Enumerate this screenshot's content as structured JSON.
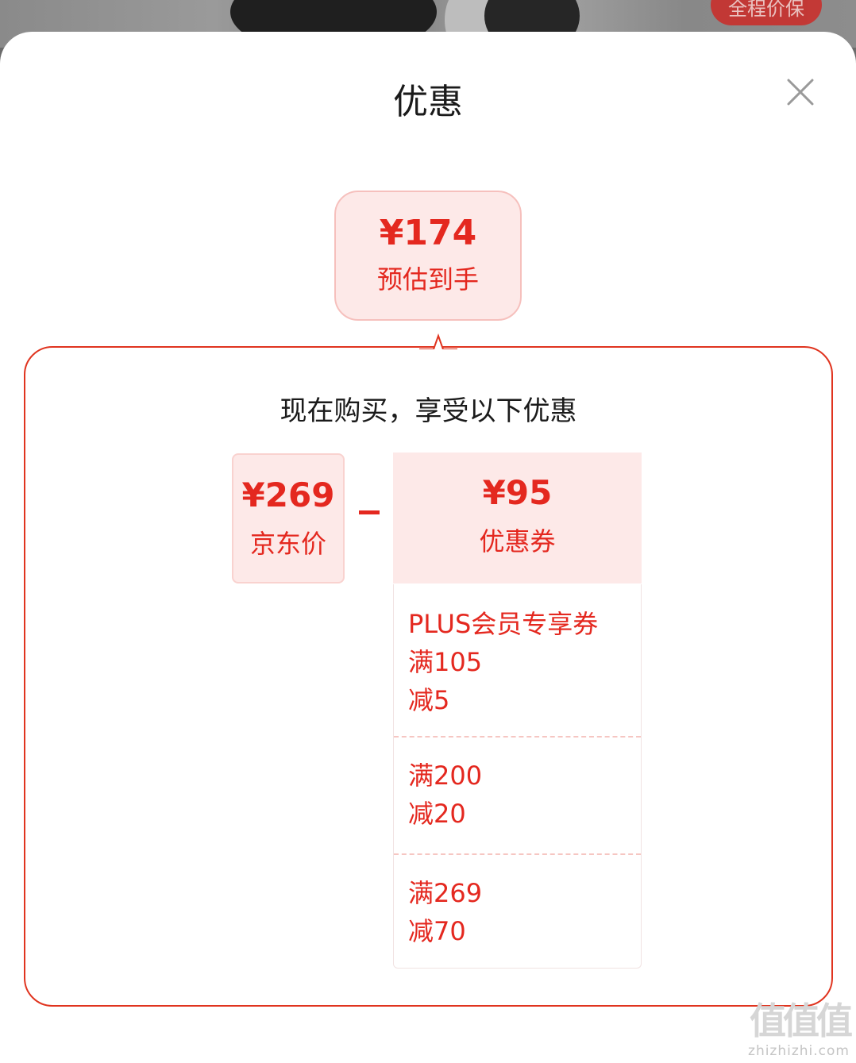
{
  "background": {
    "badge_text": "全程价保"
  },
  "sheet": {
    "title": "优惠",
    "close_icon": "close-icon"
  },
  "estimate": {
    "amount": "¥174",
    "label": "预估到手"
  },
  "breakdown": {
    "heading": "现在购买，享受以下优惠",
    "jd_price": {
      "amount": "¥269",
      "label": "京东价"
    },
    "operator": "−",
    "coupon": {
      "amount": "¥95",
      "label": "优惠券"
    },
    "coupon_items": [
      {
        "lines": [
          "PLUS会员专享券",
          "满105",
          "减5"
        ]
      },
      {
        "lines": [
          "满200",
          "减20"
        ]
      },
      {
        "lines": [
          "满269",
          "减70"
        ]
      }
    ]
  },
  "watermark": {
    "glyphs": "值值值",
    "url": "zhizhizhi.com"
  },
  "colors": {
    "accent": "#e4281f",
    "accent_bg": "#fde9e8",
    "border": "#e0341f"
  }
}
